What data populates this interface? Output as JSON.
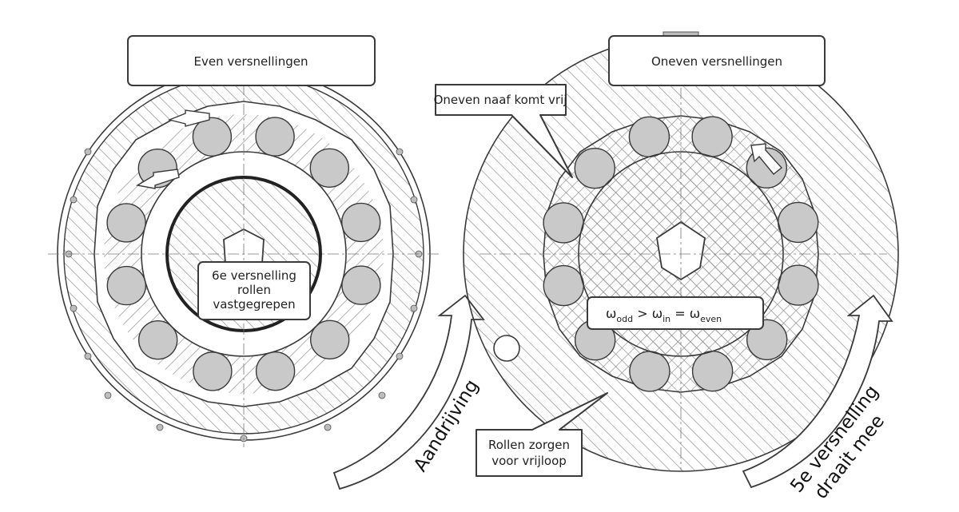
{
  "labels": {
    "even_title": "Even versnellingen",
    "odd_title": "Oneven versnellingen",
    "odd_hub_release": "Oneven naaf komt vrij",
    "sixth_line1": "6e versnelling",
    "sixth_line2": "rollen",
    "sixth_line3": "vastgegrepen",
    "omega_odd": "ω",
    "omega_odd_sub": "odd",
    "omega_gt": " > ω",
    "omega_in_sub": "in",
    "omega_eq": " = ω",
    "omega_even_sub": "even",
    "rollers_line1": "Rollen zorgen",
    "rollers_line2": "voor vrijloop",
    "drive": "Aandrijving",
    "fifth_line1": "5e versnelling",
    "fifth_line2": "draait mee"
  },
  "colors": {
    "stroke": "#3a3a3a",
    "hatch": "#8a8a8a",
    "roller": "#c9c9c9",
    "background": "#ffffff"
  }
}
